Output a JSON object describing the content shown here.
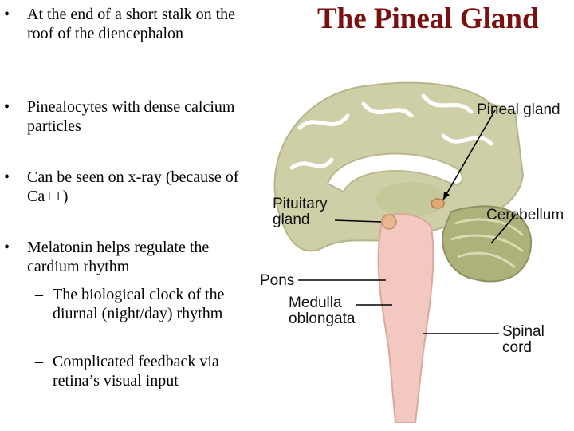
{
  "title": "The Pineal Gland",
  "bullets": [
    {
      "text": "At the end of a short stalk on the roof of the diencephalon"
    },
    {
      "text": "Pinealocytes with dense calcium particles"
    },
    {
      "text": "Can be seen on x-ray (because of Ca++)"
    },
    {
      "text": "Melatonin helps regulate the cardium rhythm",
      "subitems": [
        {
          "text": "The biological clock of the diurnal (night/day) rhythm"
        },
        {
          "text": "Complicated feedback via retina’s visual input"
        }
      ]
    }
  ],
  "bullet_symbol": "•",
  "sub_symbol": "–",
  "figure": {
    "labels": {
      "pineal_gland": "Pineal gland",
      "pituitary_gland": "Pituitary gland",
      "cerebellum": "Cerebellum",
      "pons": "Pons",
      "medulla_oblongata": "Medulla oblongata",
      "spinal_cord": "Spinal cord"
    }
  },
  "colors": {
    "title": "#7a1010",
    "cortex": "#cfcfa7",
    "cerebellum": "#aeb27a",
    "brainstem": "#f2c8c0",
    "pineal": "#e2a878"
  }
}
